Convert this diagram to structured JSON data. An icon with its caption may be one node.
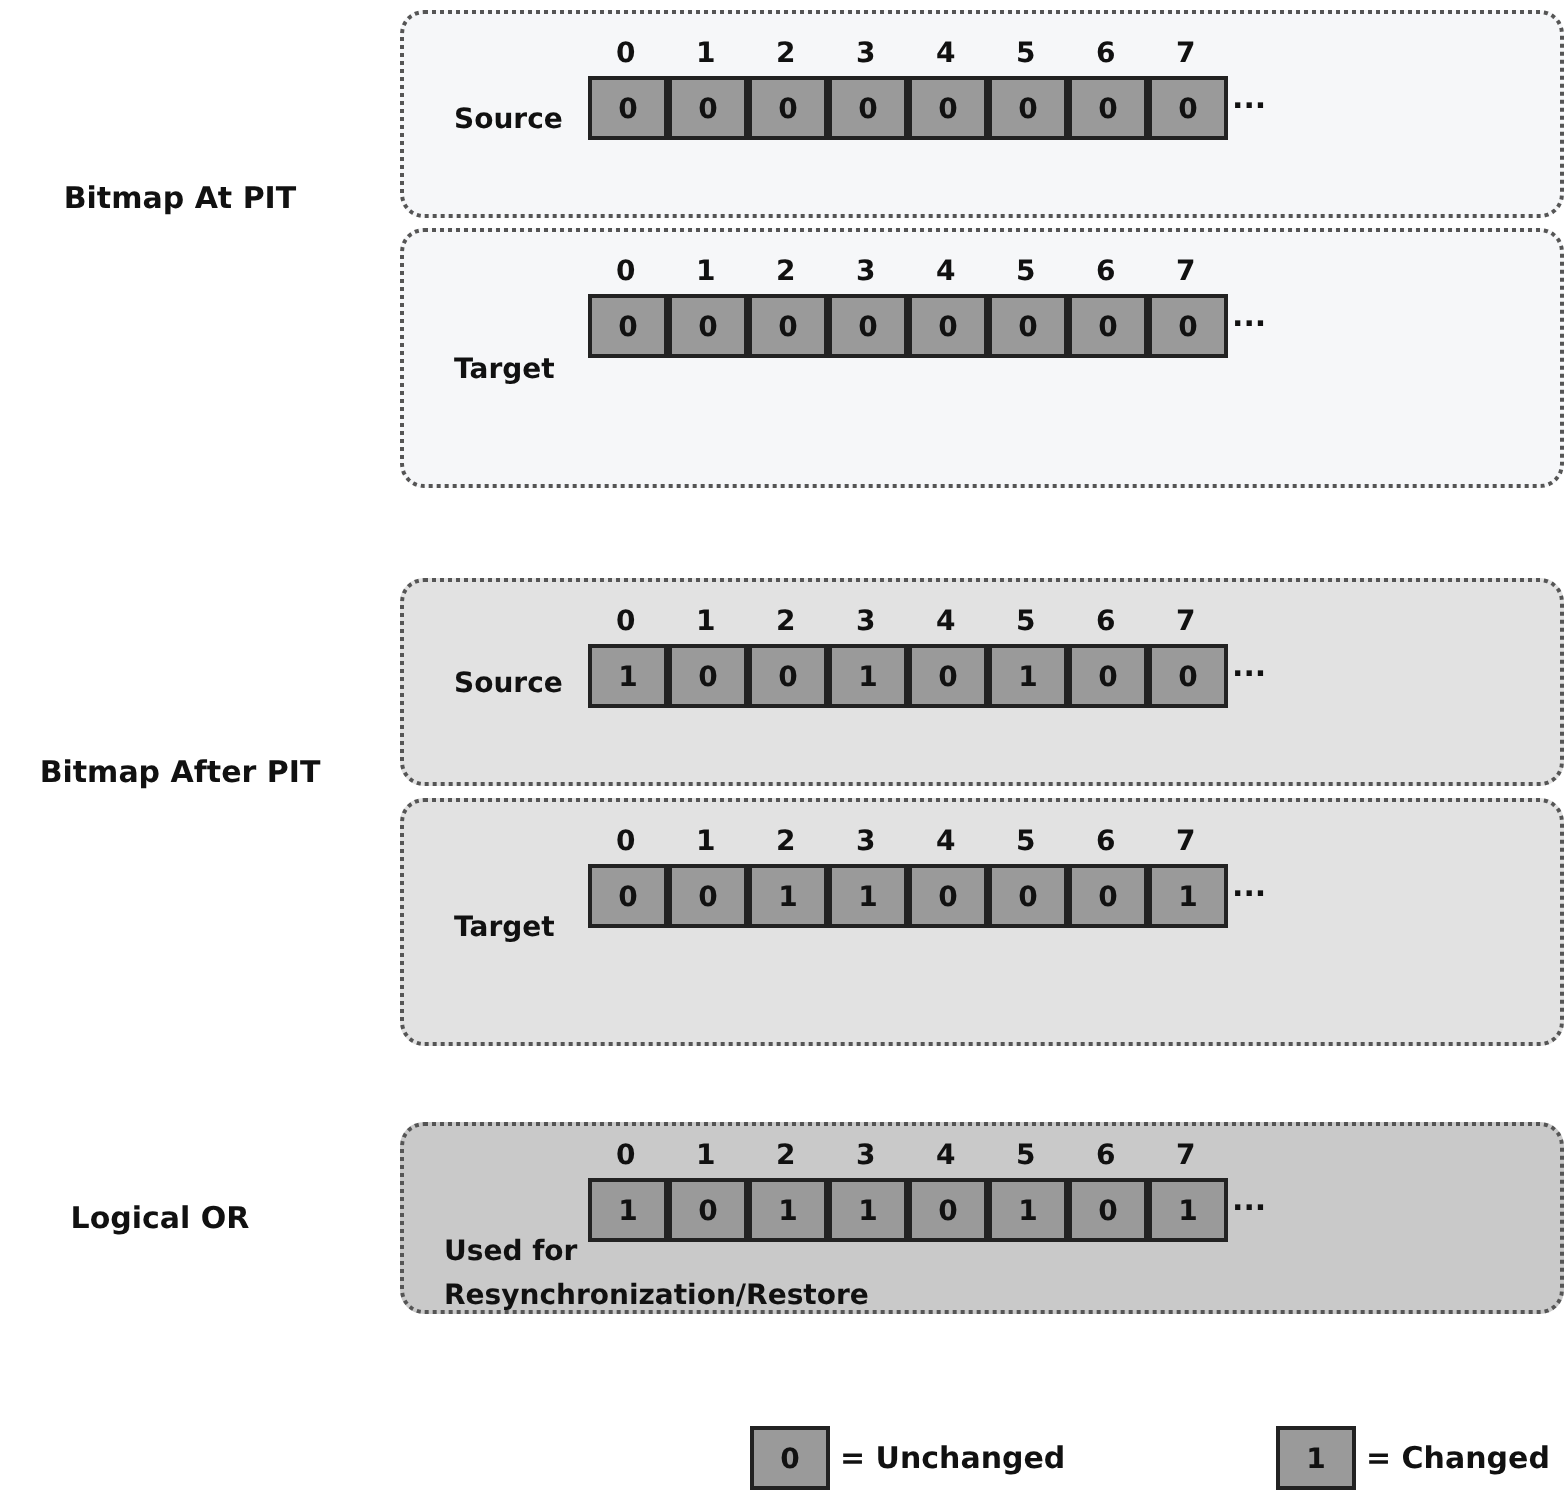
{
  "diagram": {
    "nodes": [
      {
        "text": [
          "Source"
        ]
      },
      {
        "text": [
          "0"
        ],
        "in": 0,
        "beside": [
          "0"
        ]
      },
      {
        "text": [
          "0"
        ],
        "in": 0,
        "beside": [
          "1"
        ]
      },
      {
        "text": [
          "0"
        ],
        "in": 0,
        "beside": [
          "2"
        ]
      },
      {
        "text": [
          "0"
        ],
        "in": 0,
        "beside": [
          "3"
        ]
      },
      {
        "text": [
          "0"
        ],
        "in": 0,
        "beside": [
          "4"
        ]
      },
      {
        "text": [
          "0"
        ],
        "in": 0,
        "beside": [
          "5"
        ]
      },
      {
        "text": [
          "0"
        ],
        "in": 0,
        "beside": [
          "6"
        ]
      },
      {
        "text": [
          "0"
        ],
        "in": 0,
        "beside": [
          "7"
        ]
      },
      {
        "text": [
          "Target"
        ]
      },
      {
        "text": [
          "0"
        ],
        "in": 9,
        "beside": [
          "0"
        ]
      },
      {
        "text": [
          "0"
        ],
        "in": 9,
        "beside": [
          "1"
        ]
      },
      {
        "text": [
          "0"
        ],
        "in": 9,
        "beside": [
          "2"
        ]
      },
      {
        "text": [
          "0"
        ],
        "in": 9,
        "beside": [
          "3"
        ]
      },
      {
        "text": [
          "0"
        ],
        "in": 9,
        "beside": [
          "4"
        ]
      },
      {
        "text": [
          "0"
        ],
        "in": 9,
        "beside": [
          "5"
        ]
      },
      {
        "text": [
          "0"
        ],
        "in": 9,
        "beside": [
          "6"
        ]
      },
      {
        "text": [
          "0"
        ],
        "in": 9,
        "beside": [
          "7"
        ]
      },
      {
        "text": [
          "Source"
        ]
      },
      {
        "text": [
          "1"
        ],
        "in": 18,
        "beside": [
          "0"
        ]
      },
      {
        "text": [
          "0"
        ],
        "in": 18,
        "beside": [
          "1"
        ]
      },
      {
        "text": [
          "0"
        ],
        "in": 18,
        "beside": [
          "2"
        ]
      },
      {
        "text": [
          "1"
        ],
        "in": 18,
        "beside": [
          "3"
        ]
      },
      {
        "text": [
          "0"
        ],
        "in": 18,
        "beside": [
          "4"
        ]
      },
      {
        "text": [
          "1"
        ],
        "in": 18,
        "beside": [
          "5"
        ]
      },
      {
        "text": [
          "0"
        ],
        "in": 18,
        "beside": [
          "6"
        ]
      },
      {
        "text": [
          "0"
        ],
        "in": 18,
        "beside": [
          "7"
        ]
      },
      {
        "text": [
          "Target"
        ]
      },
      {
        "text": [
          "0"
        ],
        "in": 27,
        "beside": [
          "0"
        ]
      },
      {
        "text": [
          "0"
        ],
        "in": 27,
        "beside": [
          "1"
        ]
      },
      {
        "text": [
          "1"
        ],
        "in": 27,
        "beside": [
          "2"
        ]
      },
      {
        "text": [
          "1"
        ],
        "in": 27,
        "beside": [
          "3"
        ]
      },
      {
        "text": [
          "0"
        ],
        "in": 27,
        "beside": [
          "4"
        ]
      },
      {
        "text": [
          "0"
        ],
        "in": 27,
        "beside": [
          "5"
        ]
      },
      {
        "text": [
          "0"
        ],
        "in": 27,
        "beside": [
          "6"
        ]
      },
      {
        "text": [
          "1"
        ],
        "in": 27,
        "beside": [
          "7"
        ]
      },
      {
        "text": [
          "Used for Resynchronization/Restore"
        ]
      },
      {
        "text": [
          "1"
        ],
        "in": 36,
        "beside": [
          "0"
        ]
      },
      {
        "text": [
          "0"
        ],
        "in": 36,
        "beside": [
          "1"
        ]
      },
      {
        "text": [
          "1"
        ],
        "in": 36,
        "beside": [
          "2"
        ]
      },
      {
        "text": [
          "1"
        ],
        "in": 36,
        "beside": [
          "3"
        ]
      },
      {
        "text": [
          "0"
        ],
        "in": 36,
        "beside": [
          "4"
        ]
      },
      {
        "text": [
          "1"
        ],
        "in": 36,
        "beside": [
          "5"
        ]
      },
      {
        "text": [
          "0"
        ],
        "in": 36,
        "beside": [
          "6"
        ]
      },
      {
        "text": [
          "1"
        ],
        "in": 36,
        "beside": [
          "7"
        ]
      },
      {
        "text": [
          "0"
        ],
        "beside": [
          "= Unchanged"
        ]
      },
      {
        "text": [
          "1"
        ],
        "beside": [
          "= Changed"
        ]
      }
    ],
    "labels": [
      "...",
      "Bitmap At PIT",
      "...",
      "...",
      "Bitmap After PIT",
      "...",
      "Logical OR",
      "..."
    ]
  }
}
